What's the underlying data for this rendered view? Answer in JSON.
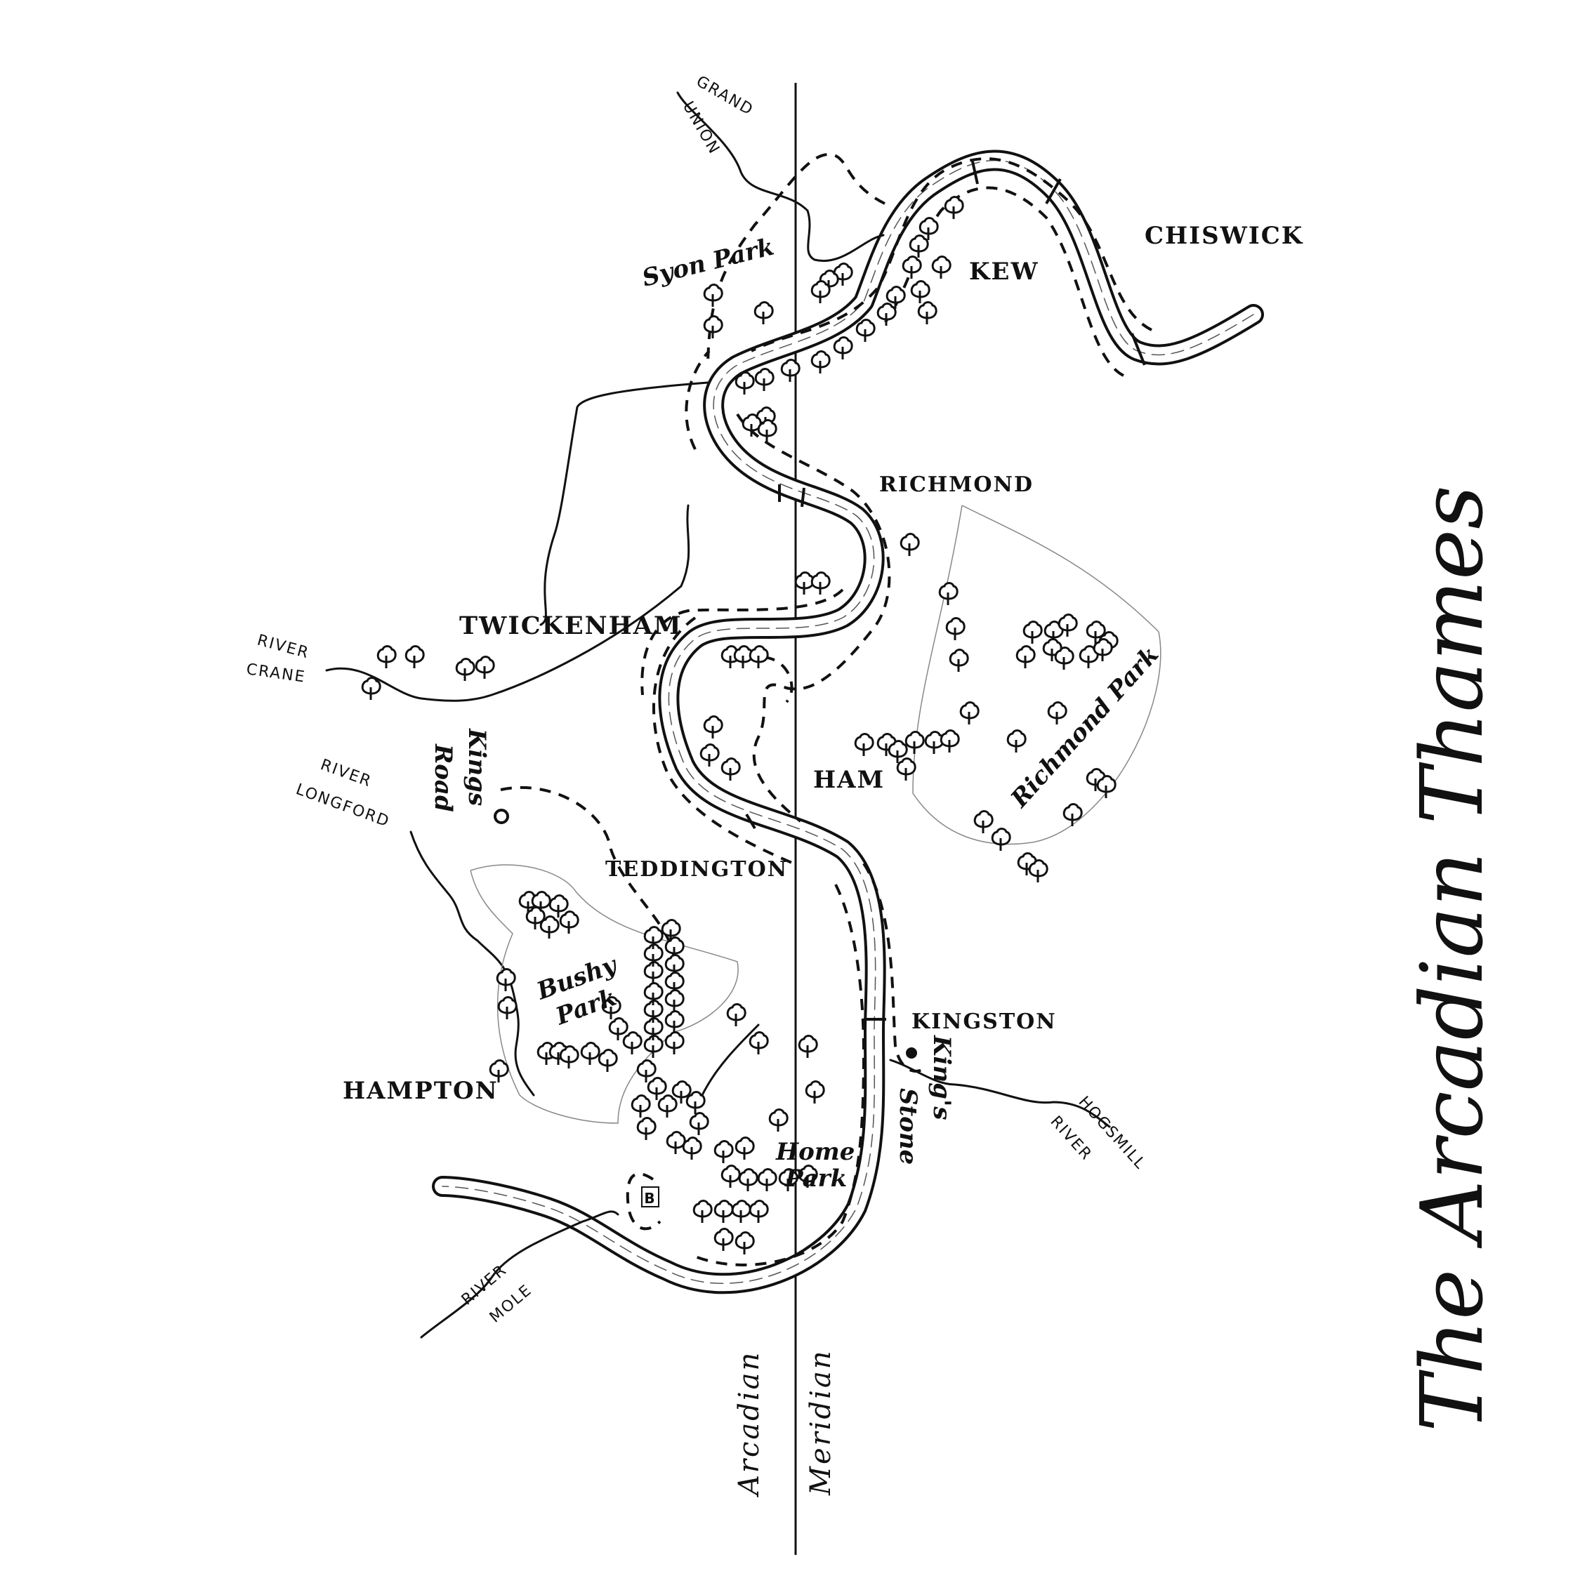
{
  "map": {
    "title": "The Arcadian Thames",
    "meridian": [
      "Arcadian",
      "Meridian"
    ],
    "places": {
      "chiswick": "CHISWICK",
      "kew": "KEW",
      "richmond": "RICHMOND",
      "twickenham": "TWICKENHAM",
      "ham": "HAM",
      "teddington": "TEDDINGTON",
      "kingston": "KINGSTON",
      "hampton": "HAMPTON"
    },
    "parks": {
      "syon": "Syon Park",
      "richmond": "Richmond Park",
      "bushy": [
        "Bushy",
        "Park"
      ],
      "home": [
        "Home",
        "Park"
      ]
    },
    "features": {
      "kings_road": [
        "Kings",
        "Road"
      ],
      "kings_stone": [
        "King's",
        "Stone"
      ],
      "b_marker": "B"
    },
    "rivers": {
      "grand_union": [
        "GRAND",
        "UNION"
      ],
      "crane": [
        "RIVER",
        "CRANE"
      ],
      "longford": [
        "RIVER",
        "LONGFORD"
      ],
      "mole": [
        "RIVER",
        "MOLE"
      ],
      "hogsmill": [
        "HOGSMILL",
        "RIVER"
      ]
    },
    "colors": {
      "ink": "#111111",
      "paper": "#ffffff",
      "river_fill": "#ffffff"
    },
    "icons": [
      "tree-icon",
      "marker-dot-icon"
    ]
  }
}
